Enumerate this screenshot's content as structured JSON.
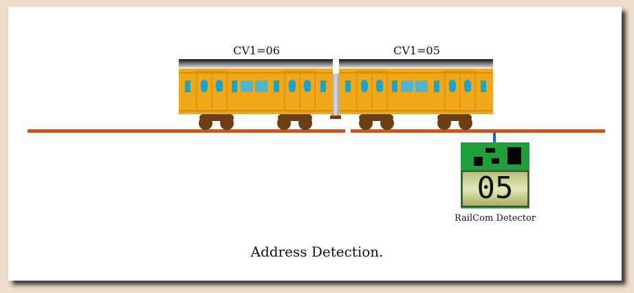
{
  "cars": [
    {
      "cv_label": "CV1=06"
    },
    {
      "cv_label": "CV1=05"
    }
  ],
  "detector": {
    "label": "RailCom Detector",
    "display_value": "05"
  },
  "caption": "Address Detection.",
  "colors": {
    "car_body": "#f0a818",
    "window_blue": "#1aa3c8",
    "rail": "#c0582a",
    "wheel": "#6b3f12",
    "board_green": "#1f9e3c",
    "lcd_bg": "#c8cf88",
    "roof_dark": "#1a1a1a"
  }
}
